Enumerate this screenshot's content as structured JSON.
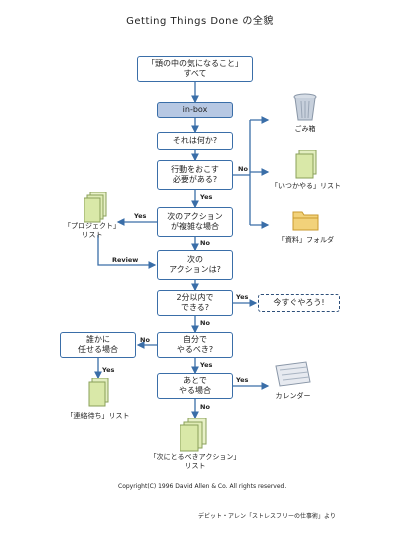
{
  "title": "Getting Things Done の全貌",
  "nodes": {
    "start_line1": "「頭の中の気になること」",
    "start_line2": "すべて",
    "inbox": "in-box",
    "what": "それは何か?",
    "actionable_line1": "行動をおこす",
    "actionable_line2": "必要がある?",
    "multi_line1": "次のアクション",
    "multi_line2": "が複雑な場合",
    "next_line1": "次の",
    "next_line2": "アクションは?",
    "twomin_line1": "2分以内で",
    "twomin_line2": "できる?",
    "doit": "今すぐやろう!",
    "self_line1": "自分で",
    "self_line2": "やるべき?",
    "later_line1": "あとで",
    "later_line2": "やる場合",
    "delegate_line1": "誰かに",
    "delegate_line2": "任せる場合"
  },
  "outputs": {
    "trash": "ごみ箱",
    "someday": "「いつかやる」リスト",
    "reference": "「資料」フォルダ",
    "project_line1": "「プロジェクト」",
    "project_line2": "リスト",
    "waiting": "「連絡待ち」リスト",
    "calendar": "カレンダー",
    "nextlist_line1": "「次にとるべきアクション」",
    "nextlist_line2": "リスト"
  },
  "edges": {
    "no1": "No",
    "yes1": "Yes",
    "yes2": "Yes",
    "no2": "No",
    "review": "Review",
    "yes3": "Yes",
    "no3": "No",
    "no4": "No",
    "yes4": "Yes",
    "yes5": "Yes",
    "yes6": "Yes",
    "no5": "No"
  },
  "footer": {
    "copyright": "Copyright(C) 1996 David Allen & Co. All rights reserved.",
    "credit": "デビット・アレン「ストレスフリーの仕事術」より"
  },
  "colors": {
    "border": "#3a6ea8",
    "inbox_fill": "#b7c8e3",
    "paper": "#d9e8a8",
    "folder": "#f2d27a"
  }
}
